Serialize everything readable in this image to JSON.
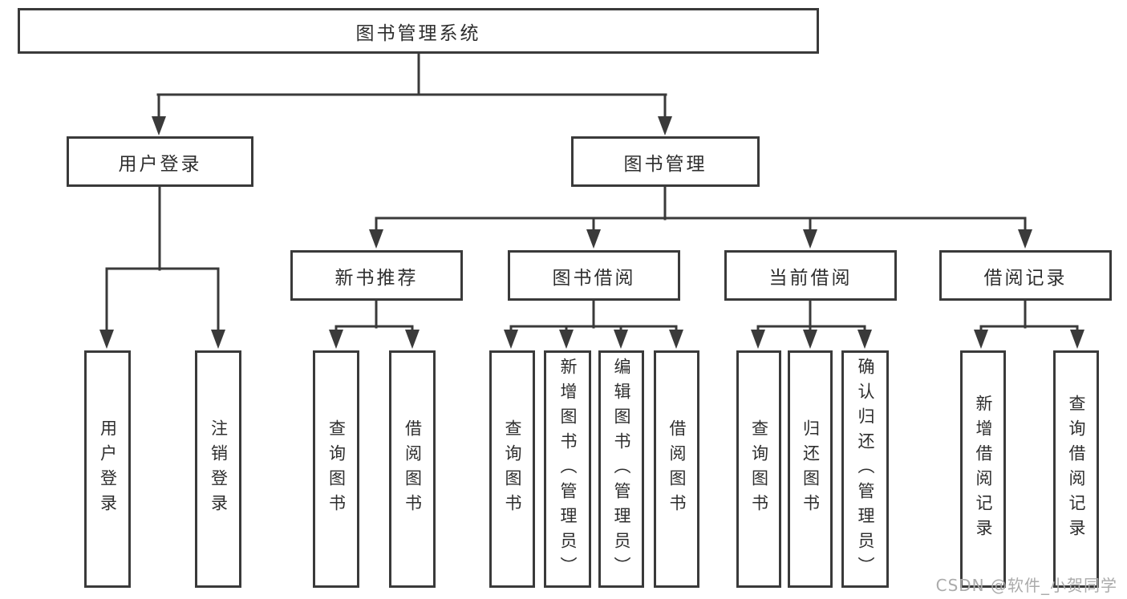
{
  "diagram_title": "图书管理系统",
  "tree": {
    "label": "图书管理系统",
    "children": [
      {
        "label": "用户登录",
        "children": [
          {
            "label": "用户登录"
          },
          {
            "label": "注销登录"
          }
        ]
      },
      {
        "label": "图书管理",
        "children": [
          {
            "label": "新书推荐",
            "children": [
              {
                "label": "查询图书"
              },
              {
                "label": "借阅图书"
              }
            ]
          },
          {
            "label": "图书借阅",
            "children": [
              {
                "label": "查询图书"
              },
              {
                "label": "新增图书（管理员）"
              },
              {
                "label": "编辑图书（管理员）"
              },
              {
                "label": "借阅图书"
              }
            ]
          },
          {
            "label": "当前借阅",
            "children": [
              {
                "label": "查询图书"
              },
              {
                "label": "归还图书"
              },
              {
                "label": "确认归还（管理员）"
              }
            ]
          },
          {
            "label": "借阅记录",
            "children": [
              {
                "label": "新增借阅记录"
              },
              {
                "label": "查询借阅记录"
              }
            ]
          }
        ]
      }
    ]
  },
  "watermark": {
    "text": "CSDN @软件_小贺同学"
  },
  "colors": {
    "line": "#3a3a3a",
    "box_border": "#3a3a3a",
    "text": "#2e2e2e",
    "background": "#ffffff",
    "watermark": "#ababab"
  }
}
